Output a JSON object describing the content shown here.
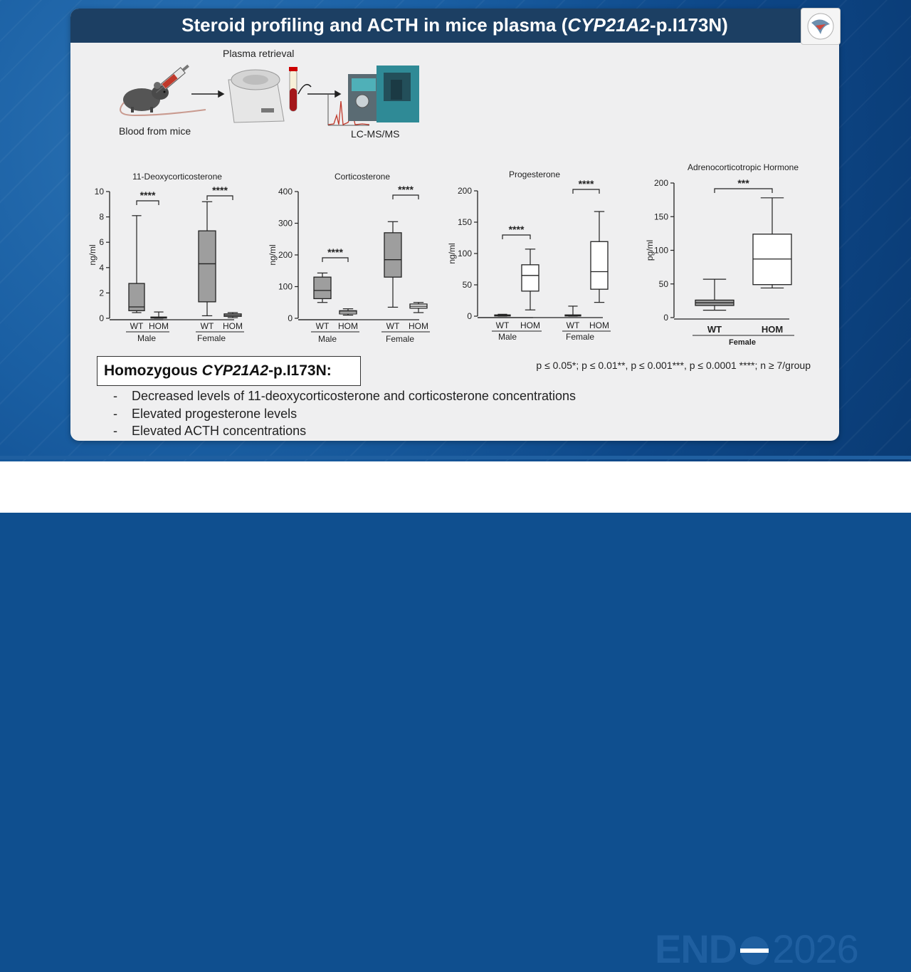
{
  "slide": {
    "title_main": "Steroid profiling and ACTH in mice plasma (",
    "title_gene": "CYP21A2",
    "title_tail": "-p.I173N)"
  },
  "pipeline": {
    "step1": "Blood from mice",
    "step2": "Plasma retrieval",
    "step3": "LC-MS/MS"
  },
  "summary": {
    "heading_prefix": "Homozygous ",
    "heading_gene": "CYP21A2",
    "heading_suffix": "-p.I173N:",
    "bullets": [
      "Decreased levels of 11-deoxycorticosterone and corticosterone concentrations",
      "Elevated progesterone levels",
      "Elevated ACTH concentrations"
    ],
    "bullet_marker": "-"
  },
  "significance_note": "p ≤ 0.05*; p ≤ 0.01**, p ≤ 0.001***, p ≤ 0.0001 ****; n ≥ 7/group",
  "footer": {
    "brand": "END",
    "year": "2026"
  },
  "colors": {
    "title_bar": "#1c3f63",
    "panel": "#efeff0",
    "brand_blue": "#1f5fa0",
    "box_fill_wt": "#9e9e9e",
    "box_fill_hom": "#ffffff"
  },
  "chart_data": [
    {
      "type": "boxplot",
      "title": "11-Deoxycorticosterone",
      "ylabel": "ng/ml",
      "ylim": [
        0,
        10
      ],
      "yticks": [
        "0",
        "2",
        "4",
        "6",
        "8",
        "10"
      ],
      "groups": [
        "Male",
        "Female"
      ],
      "categories": [
        "WT",
        "HOM",
        "WT",
        "HOM"
      ],
      "boxes": [
        {
          "group": "Male",
          "label": "WT",
          "min": 0.45,
          "q1": 0.6,
          "median": 0.9,
          "q3": 2.75,
          "max": 8.1
        },
        {
          "group": "Male",
          "label": "HOM",
          "min": 0.0,
          "q1": 0.02,
          "median": 0.05,
          "q3": 0.1,
          "max": 0.5
        },
        {
          "group": "Female",
          "label": "WT",
          "min": 0.2,
          "q1": 1.3,
          "median": 4.3,
          "q3": 6.9,
          "max": 9.2
        },
        {
          "group": "Female",
          "label": "HOM",
          "min": 0.05,
          "q1": 0.15,
          "median": 0.25,
          "q3": 0.35,
          "max": 0.45
        }
      ],
      "significance": [
        {
          "group": "Male",
          "label": "****"
        },
        {
          "group": "Female",
          "label": "****"
        }
      ]
    },
    {
      "type": "boxplot",
      "title": "Corticosterone",
      "ylabel": "ng/ml",
      "ylim": [
        0,
        400
      ],
      "yticks": [
        "0",
        "100",
        "200",
        "300",
        "400"
      ],
      "groups": [
        "Male",
        "Female"
      ],
      "categories": [
        "WT",
        "HOM",
        "WT",
        "HOM"
      ],
      "boxes": [
        {
          "group": "Male",
          "label": "WT",
          "min": 50,
          "q1": 62,
          "median": 88,
          "q3": 130,
          "max": 143
        },
        {
          "group": "Male",
          "label": "HOM",
          "min": 10,
          "q1": 14,
          "median": 20,
          "q3": 24,
          "max": 30
        },
        {
          "group": "Female",
          "label": "WT",
          "min": 35,
          "q1": 130,
          "median": 185,
          "q3": 270,
          "max": 305
        },
        {
          "group": "Female",
          "label": "HOM",
          "min": 18,
          "q1": 32,
          "median": 38,
          "q3": 45,
          "max": 50
        }
      ],
      "significance": [
        {
          "group": "Male",
          "label": "****"
        },
        {
          "group": "Female",
          "label": "****"
        }
      ]
    },
    {
      "type": "boxplot",
      "title": "Progesterone",
      "ylabel": "ng/ml",
      "ylim": [
        0,
        200
      ],
      "yticks": [
        "0",
        "50",
        "100",
        "150",
        "200"
      ],
      "groups": [
        "Male",
        "Female"
      ],
      "categories": [
        "WT",
        "HOM",
        "WT",
        "HOM"
      ],
      "boxes": [
        {
          "group": "Male",
          "label": "WT",
          "min": 0,
          "q1": 0.5,
          "median": 1,
          "q3": 2,
          "max": 3
        },
        {
          "group": "Male",
          "label": "HOM",
          "min": 10,
          "q1": 40,
          "median": 65,
          "q3": 82,
          "max": 107
        },
        {
          "group": "Female",
          "label": "WT",
          "min": 0,
          "q1": 0.3,
          "median": 1,
          "q3": 2,
          "max": 16
        },
        {
          "group": "Female",
          "label": "HOM",
          "min": 22,
          "q1": 43,
          "median": 71,
          "q3": 119,
          "max": 167
        }
      ],
      "significance": [
        {
          "group": "Male",
          "label": "****"
        },
        {
          "group": "Female",
          "label": "****"
        }
      ]
    },
    {
      "type": "boxplot",
      "title": "Adrenocorticotropic Hormone",
      "ylabel": "pg/ml",
      "ylim": [
        0,
        200
      ],
      "yticks": [
        "0",
        "50",
        "100",
        "150",
        "200"
      ],
      "groups": [
        "Female"
      ],
      "categories": [
        "WT",
        "HOM"
      ],
      "boxes": [
        {
          "group": "Female",
          "label": "WT",
          "min": 11,
          "q1": 18,
          "median": 22,
          "q3": 26,
          "max": 57
        },
        {
          "group": "Female",
          "label": "HOM",
          "min": 44,
          "q1": 49,
          "median": 87,
          "q3": 124,
          "max": 178
        }
      ],
      "significance": [
        {
          "group": "Female",
          "label": "***"
        }
      ]
    }
  ]
}
